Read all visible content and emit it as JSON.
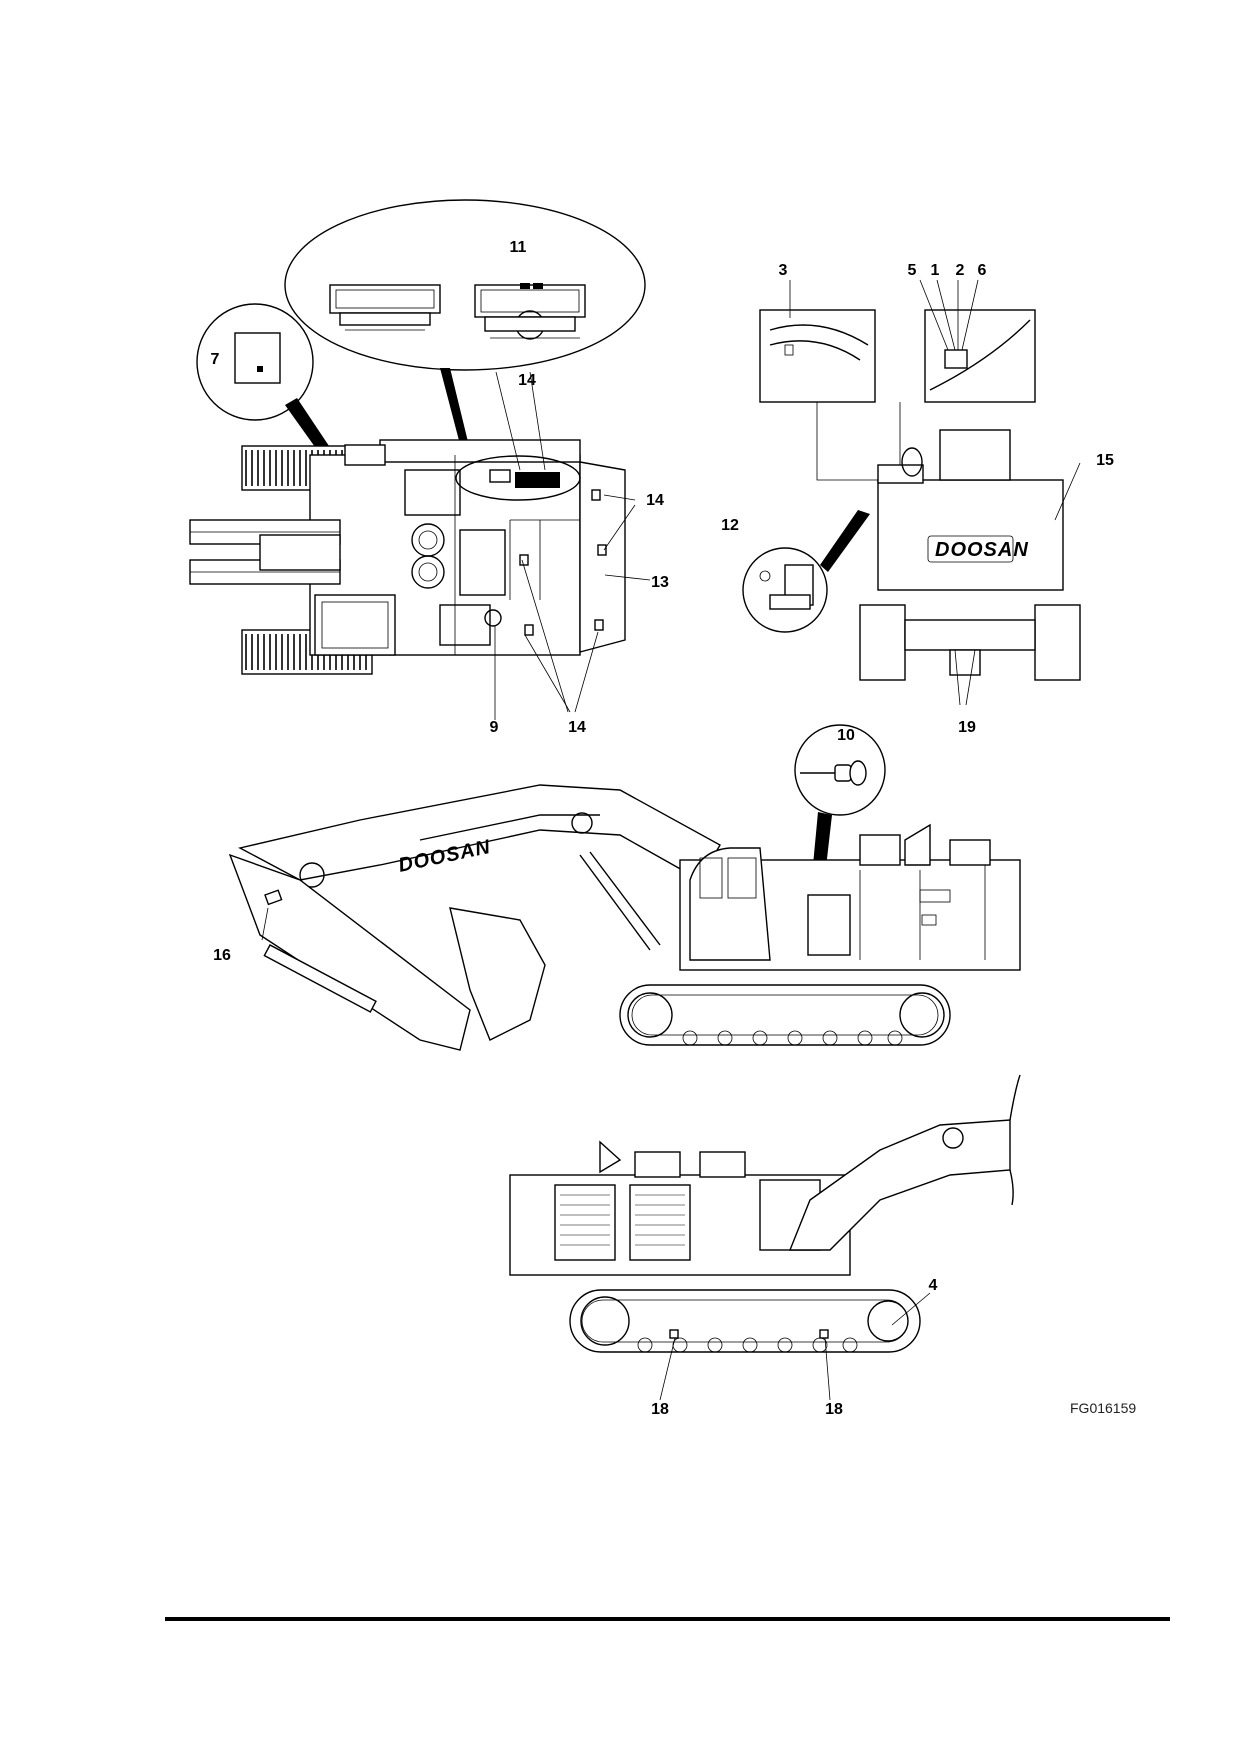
{
  "figure": {
    "id": "FG016159",
    "brand_text": "DOOSAN",
    "callouts": {
      "c11": "11",
      "c7": "7",
      "c14_top": "14",
      "c14_right": "14",
      "c13": "13",
      "c9": "9",
      "c14_bottom": "14",
      "c3": "3",
      "c5": "5",
      "c1": "1",
      "c2": "2",
      "c6": "6",
      "c15": "15",
      "c12": "12",
      "c19": "19",
      "c10": "10",
      "c16": "16",
      "c4": "4",
      "c18_left": "18",
      "c18_right": "18"
    }
  }
}
